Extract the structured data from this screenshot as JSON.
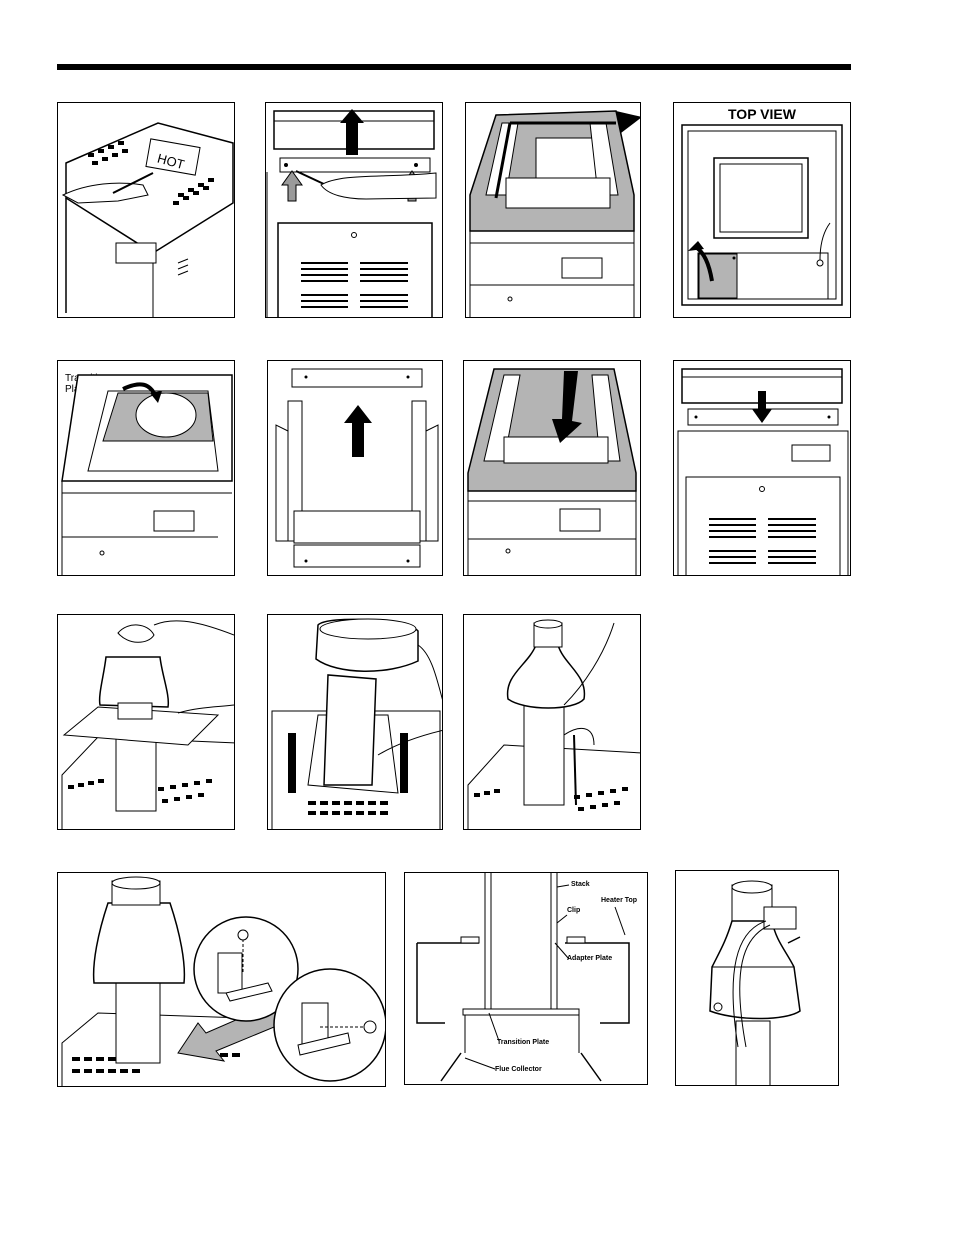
{
  "figures": {
    "top_view": {
      "title": "TOP VIEW"
    },
    "transition": {
      "label_line1": "Transition",
      "label_line2": "Plate"
    },
    "stack_diagram": {
      "stack": "Stack",
      "heater_top": "Heater Top",
      "clip": "Clip",
      "adapter_plate": "Adapter Plate",
      "transition_plate": "Transition Plate",
      "flue_collector": "Flue Collector"
    }
  },
  "colors": {
    "ink": "#000000",
    "shade": "#b4b4b4",
    "paper": "#ffffff"
  }
}
